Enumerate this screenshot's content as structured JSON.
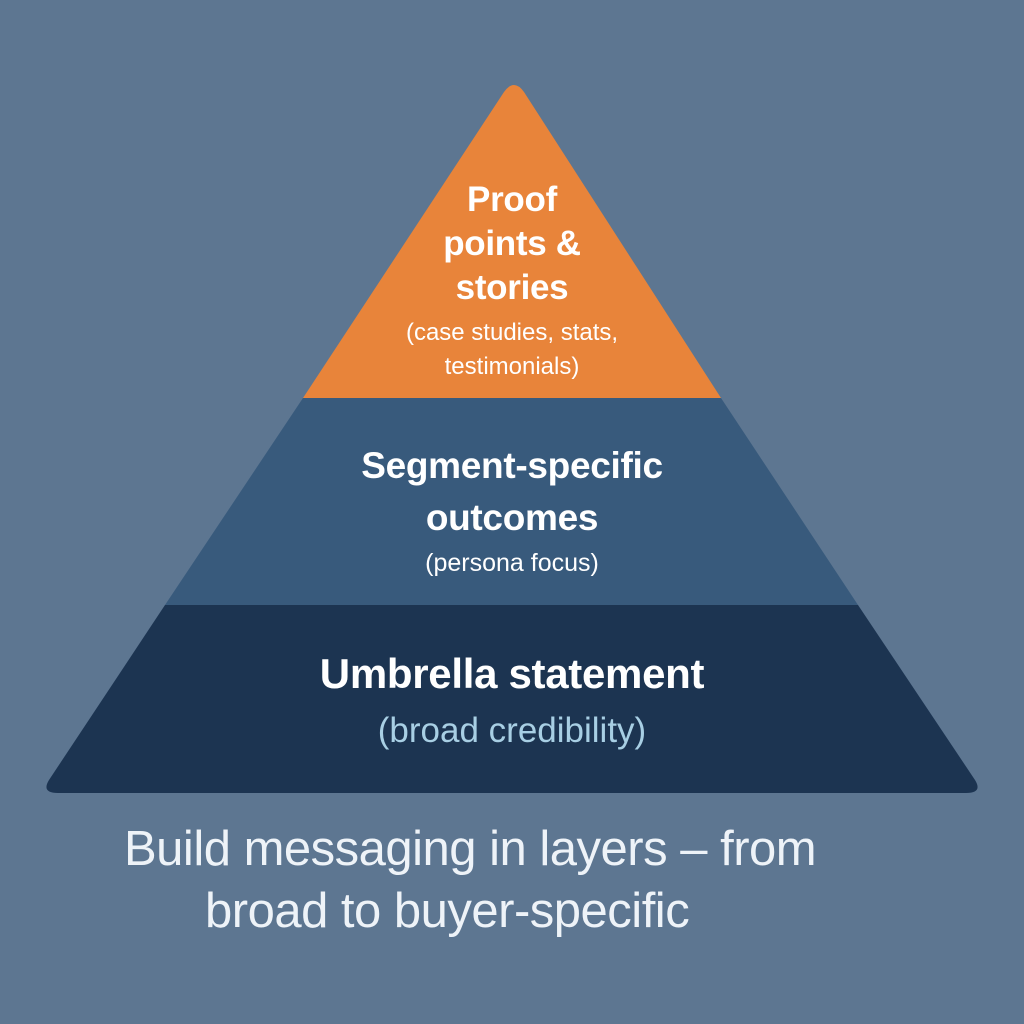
{
  "diagram": {
    "type": "pyramid",
    "colors": {
      "background": "#5d7691",
      "top_layer": "#e8843a",
      "middle_layer": "#385a7c",
      "base_layer": "#1c3451",
      "text": "#ffffff",
      "base_subtitle": "#a8cfe4",
      "caption": "#eef3f8"
    },
    "layers": [
      {
        "position": "top",
        "title_lines": [
          "Proof",
          "points &",
          "stories"
        ],
        "subtitle_lines": [
          "(case studies, stats,",
          "testimonials)"
        ]
      },
      {
        "position": "middle",
        "title_lines": [
          "Segment-specific",
          "outcomes"
        ],
        "subtitle_lines": [
          "(persona focus)"
        ]
      },
      {
        "position": "base",
        "title_lines": [
          "Umbrella statement"
        ],
        "subtitle_lines": [
          "(broad credibility)"
        ]
      }
    ],
    "caption_lines": [
      "Build messaging in layers – from",
      "broad to buyer-specific"
    ]
  }
}
